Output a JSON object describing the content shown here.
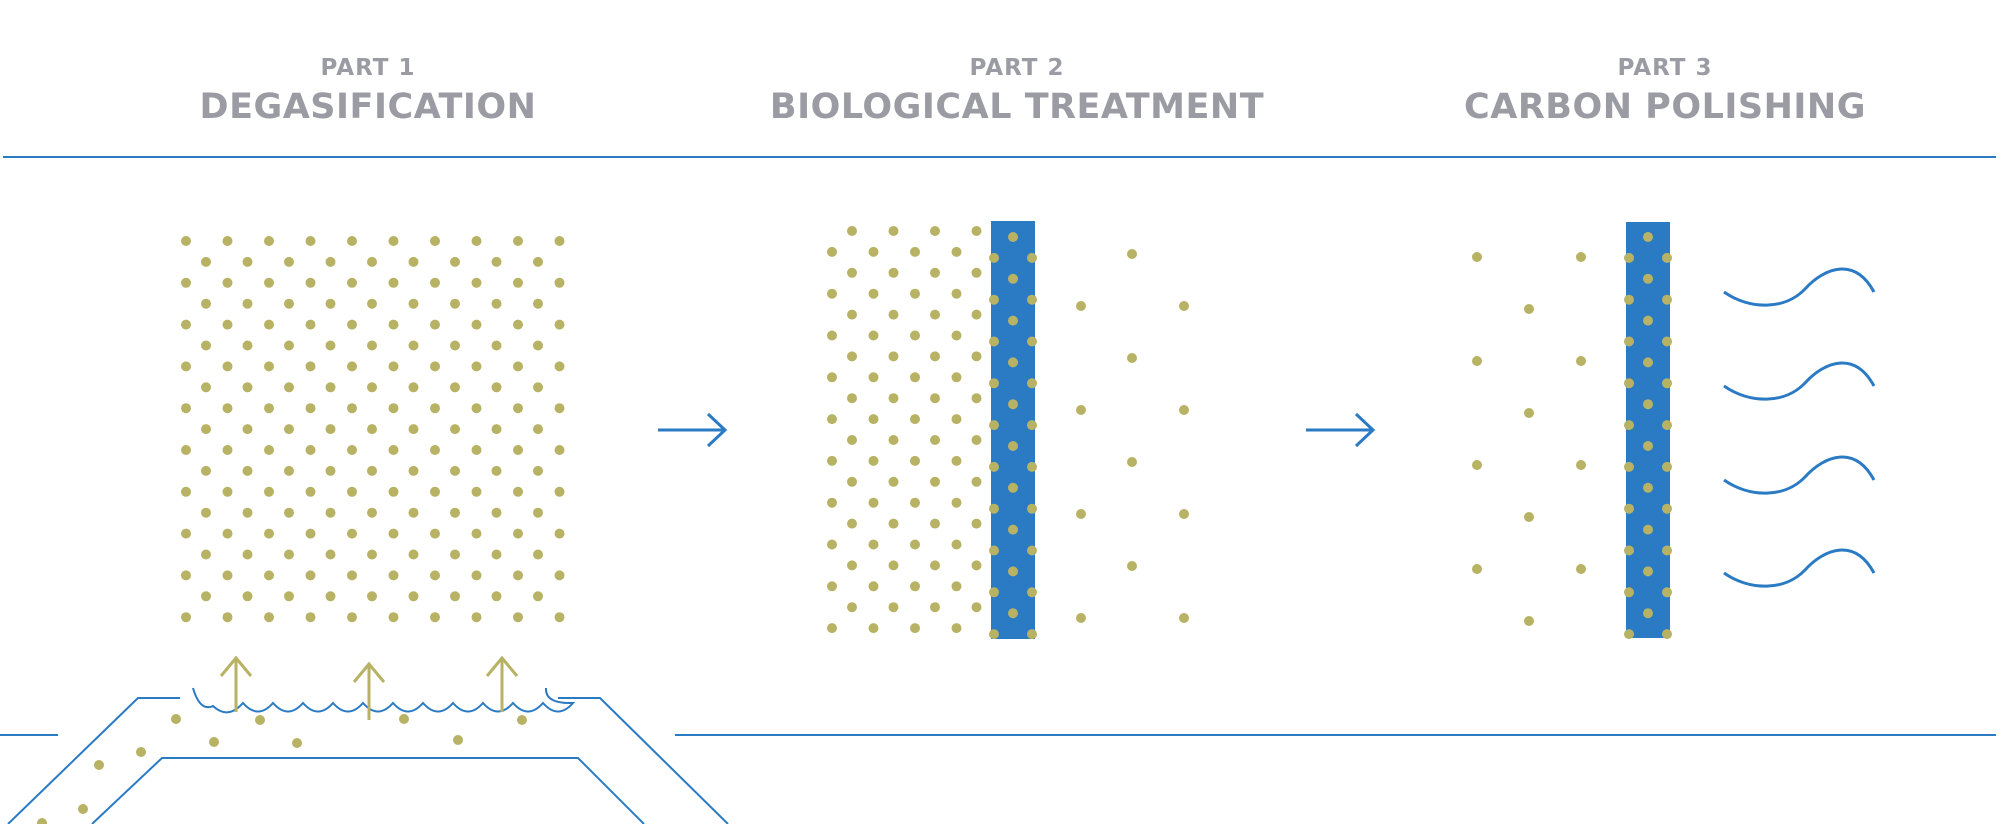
{
  "colors": {
    "blue": "#2a7ac4",
    "olive": "#b8b265",
    "heading_gray": "#9b9ba3",
    "background": "#ffffff"
  },
  "stages": [
    {
      "part": "PART 1",
      "title": "DEGASIFICATION"
    },
    {
      "part": "PART 2",
      "title": "BIOLOGICAL TREATMENT"
    },
    {
      "part": "PART 3",
      "title": "CARBON POLISHING"
    }
  ],
  "icons": [
    "arrow-right-icon",
    "arrow-up-icon",
    "wave-icon"
  ]
}
